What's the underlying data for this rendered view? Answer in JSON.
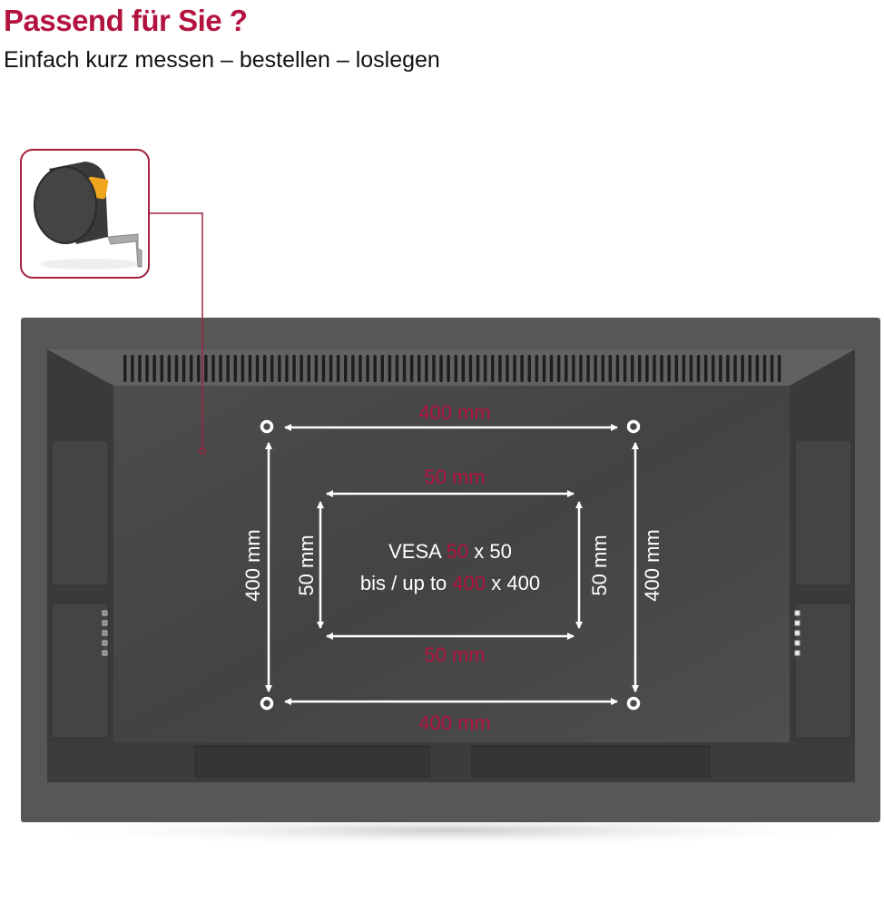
{
  "header": {
    "title": "Passend für Sie ?",
    "subtitle": "Einfach kurz messen – bestellen – loslegen"
  },
  "colors": {
    "accent": "#b3133f",
    "tv_body": "#555555",
    "tv_panel": "#474747",
    "arrow": "#ffffff"
  },
  "icons": {
    "tape_measure": "tape-measure-icon"
  },
  "diagram": {
    "outer_top_label": "400 mm",
    "outer_bottom_label": "400 mm",
    "outer_left_label": "400 mm",
    "outer_right_label": "400 mm",
    "inner_top_label": "50 mm",
    "inner_bottom_label": "50 mm",
    "inner_left_label": "50 mm",
    "inner_right_label": "50 mm",
    "vesa_line1": {
      "prefix": "VESA ",
      "highlight": "50",
      "suffix": " x 50"
    },
    "vesa_line2": {
      "prefix": "bis / up to ",
      "highlight": "400",
      "suffix": " x 400"
    }
  }
}
